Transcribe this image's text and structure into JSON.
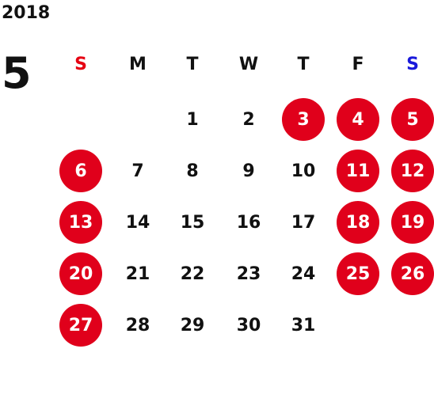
{
  "header": {
    "year": "2018",
    "month": "5"
  },
  "colors": {
    "holiday_circle": "#e0001b",
    "sunday_header": "#e60012",
    "saturday_header": "#1a1adb",
    "text": "#111111"
  },
  "weekdays": [
    {
      "label": "S",
      "color": "#e60012"
    },
    {
      "label": "M",
      "color": "#111111"
    },
    {
      "label": "T",
      "color": "#111111"
    },
    {
      "label": "W",
      "color": "#111111"
    },
    {
      "label": "T",
      "color": "#111111"
    },
    {
      "label": "F",
      "color": "#111111"
    },
    {
      "label": "S",
      "color": "#1a1adb"
    }
  ],
  "weeks": [
    [
      {
        "day": "",
        "holiday": false
      },
      {
        "day": "",
        "holiday": false
      },
      {
        "day": "1",
        "holiday": false
      },
      {
        "day": "2",
        "holiday": false
      },
      {
        "day": "3",
        "holiday": true
      },
      {
        "day": "4",
        "holiday": true
      },
      {
        "day": "5",
        "holiday": true
      }
    ],
    [
      {
        "day": "6",
        "holiday": true
      },
      {
        "day": "7",
        "holiday": false
      },
      {
        "day": "8",
        "holiday": false
      },
      {
        "day": "9",
        "holiday": false
      },
      {
        "day": "10",
        "holiday": false
      },
      {
        "day": "11",
        "holiday": true
      },
      {
        "day": "12",
        "holiday": true
      }
    ],
    [
      {
        "day": "13",
        "holiday": true
      },
      {
        "day": "14",
        "holiday": false
      },
      {
        "day": "15",
        "holiday": false
      },
      {
        "day": "16",
        "holiday": false
      },
      {
        "day": "17",
        "holiday": false
      },
      {
        "day": "18",
        "holiday": true
      },
      {
        "day": "19",
        "holiday": true
      }
    ],
    [
      {
        "day": "20",
        "holiday": true
      },
      {
        "day": "21",
        "holiday": false
      },
      {
        "day": "22",
        "holiday": false
      },
      {
        "day": "23",
        "holiday": false
      },
      {
        "day": "24",
        "holiday": false
      },
      {
        "day": "25",
        "holiday": true
      },
      {
        "day": "26",
        "holiday": true
      }
    ],
    [
      {
        "day": "27",
        "holiday": true
      },
      {
        "day": "28",
        "holiday": false
      },
      {
        "day": "29",
        "holiday": false
      },
      {
        "day": "30",
        "holiday": false
      },
      {
        "day": "31",
        "holiday": false
      },
      {
        "day": "",
        "holiday": false
      },
      {
        "day": "",
        "holiday": false
      }
    ]
  ]
}
